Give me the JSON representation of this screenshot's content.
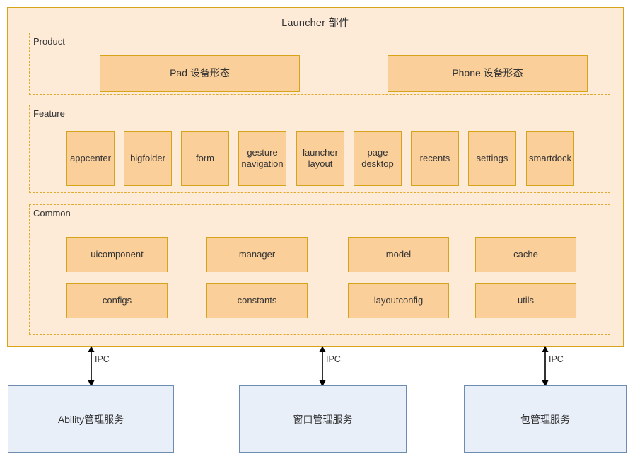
{
  "diagram": {
    "title": "Launcher 部件",
    "colors": {
      "container_fill": "#fdebd8",
      "container_border": "#d6a418",
      "node_fill": "#fbcf9a",
      "node_border": "#d6a418",
      "group_border": "#e0a92a",
      "service_fill": "#e9eff9",
      "service_border": "#6e8bb0",
      "text": "#333333"
    },
    "groups": [
      {
        "label": "Product",
        "nodes": [
          {
            "label": "Pad 设备形态"
          },
          {
            "label": "Phone 设备形态"
          }
        ]
      },
      {
        "label": "Feature",
        "nodes": [
          {
            "label": "appcenter"
          },
          {
            "label": "bigfolder"
          },
          {
            "label": "form"
          },
          {
            "label": "gesture navigation"
          },
          {
            "label": "launcher layout"
          },
          {
            "label": "page desktop"
          },
          {
            "label": "recents"
          },
          {
            "label": "settings"
          },
          {
            "label": "smartdock"
          }
        ]
      },
      {
        "label": "Common",
        "nodes": [
          {
            "label": "uicomponent"
          },
          {
            "label": "manager"
          },
          {
            "label": "model"
          },
          {
            "label": "cache"
          },
          {
            "label": "configs"
          },
          {
            "label": "constants"
          },
          {
            "label": "layoutconfig"
          },
          {
            "label": "utils"
          }
        ]
      }
    ],
    "connections": [
      {
        "label": "IPC"
      },
      {
        "label": "IPC"
      },
      {
        "label": "IPC"
      }
    ],
    "services": [
      {
        "label": "Ability管理服务"
      },
      {
        "label": "窗口管理服务"
      },
      {
        "label": "包管理服务"
      }
    ]
  }
}
